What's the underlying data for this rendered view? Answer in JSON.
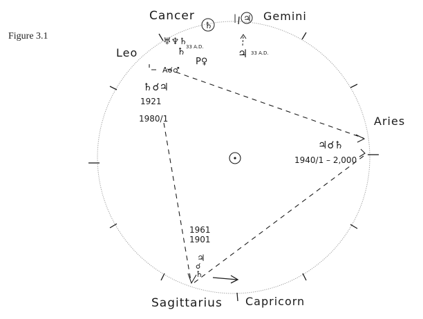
{
  "figure_label": "Figure 3.1",
  "signs": {
    "cancer": "Cancer",
    "gemini": "Gemini",
    "leo": "Leo",
    "aries": "Aries",
    "sagittarius": "Sagittarius",
    "capricorn": "Capricorn"
  },
  "leo_cluster": {
    "glyph_row1": "♅♆♄",
    "saturn": "♄",
    "era_note": "33 A.D.",
    "pluto_venus": "P♀",
    "asc_mars": "A☌♂",
    "conj": "♄☌♃",
    "year1": "1921",
    "year2": "1980/1"
  },
  "gemini_cluster": {
    "saturn_circled": "♄",
    "jupiter_circled": "♃",
    "jupiter": "♃",
    "era_note": "33 A.D."
  },
  "aries_cluster": {
    "conj": "♃☌♄",
    "dates": "1940/1 – 2,000"
  },
  "sag_cluster": {
    "year1": "1961",
    "year2": "1901",
    "jupiter": "♃",
    "conj": "☌",
    "saturn": "♄"
  },
  "center_glyph": "☉",
  "colors": {
    "ink": "#1a1a1a",
    "circle": "#9a9a9a"
  }
}
